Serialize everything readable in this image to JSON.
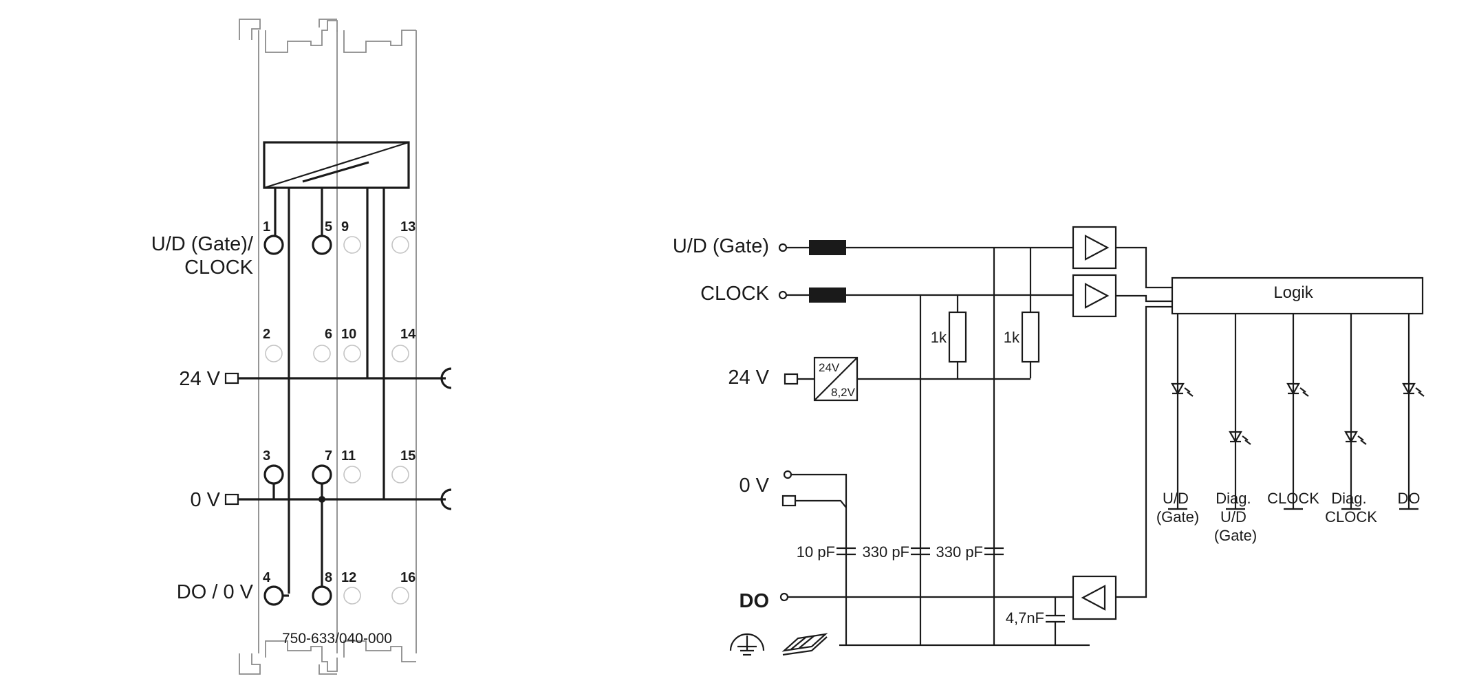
{
  "terminal_block": {
    "model": "750-633/040-000",
    "terminal_numbers": [
      "1",
      "2",
      "3",
      "4",
      "5",
      "6",
      "7",
      "8",
      "9",
      "10",
      "11",
      "12",
      "13",
      "14",
      "15",
      "16"
    ],
    "labels": {
      "ud_gate_line1": "U/D (Gate)/",
      "ud_gate_line2": "CLOCK",
      "v24": "24 V",
      "v0": "0 V",
      "do_0v": "DO / 0 V"
    }
  },
  "schematic": {
    "inputs": {
      "ud_gate": "U/D (Gate)",
      "clock": "CLOCK",
      "v24": "24 V",
      "v0": "0 V",
      "do": "DO"
    },
    "converter": {
      "in": "24V",
      "out": "8,2V"
    },
    "resistors": [
      "1k",
      "1k"
    ],
    "capacitors": [
      "10 pF",
      "330 pF",
      "330 pF",
      "4,7nF"
    ],
    "logic_label": "Logik",
    "led_outputs": [
      {
        "lines": [
          "U/D",
          "(Gate)"
        ]
      },
      {
        "lines": [
          "Diag.",
          "U/D",
          "(Gate)"
        ]
      },
      {
        "lines": [
          "CLOCK"
        ]
      },
      {
        "lines": [
          "Diag.",
          "CLOCK"
        ]
      },
      {
        "lines": [
          "DO"
        ]
      }
    ]
  }
}
